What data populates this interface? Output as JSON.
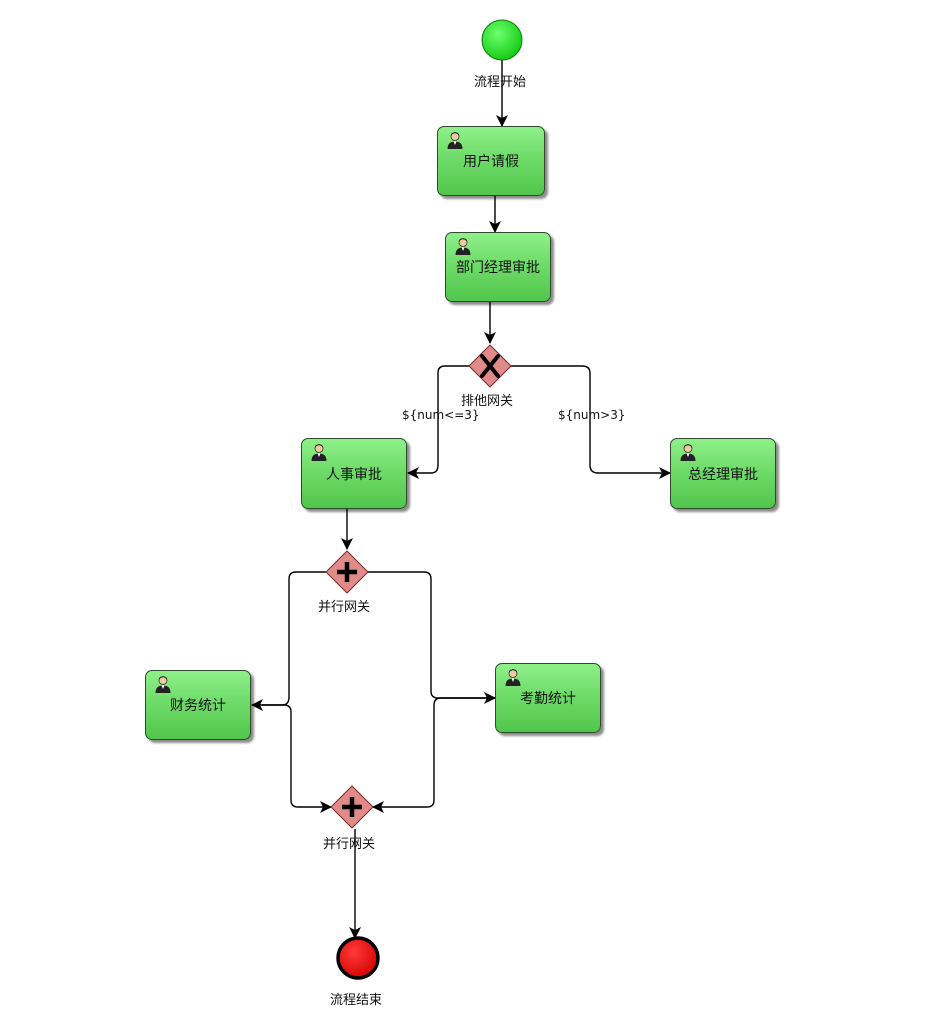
{
  "nodes": {
    "start": {
      "label": "流程开始",
      "color": "#1fe01f"
    },
    "task_apply": {
      "label": "用户请假",
      "icon": "user-icon"
    },
    "task_dept_mgr": {
      "label": "部门经理审批",
      "icon": "user-icon"
    },
    "gw_exclusive": {
      "label": "排他网关",
      "kind": "exclusive",
      "color": "#e08888"
    },
    "task_hr": {
      "label": "人事审批",
      "icon": "user-icon"
    },
    "task_gm": {
      "label": "总经理审批",
      "icon": "user-icon"
    },
    "gw_parallel_split": {
      "label": "并行网关",
      "kind": "parallel",
      "color": "#e08888"
    },
    "task_finance": {
      "label": "财务统计",
      "icon": "user-icon"
    },
    "task_attendance": {
      "label": "考勤统计",
      "icon": "user-icon"
    },
    "gw_parallel_join": {
      "label": "并行网关",
      "kind": "parallel",
      "color": "#e08888"
    },
    "end": {
      "label": "流程结束",
      "color": "#ee0000"
    }
  },
  "conditions": {
    "hr": "${num<=3}",
    "gm": "${num>3}"
  },
  "edges": [
    {
      "from": "start",
      "to": "task_apply"
    },
    {
      "from": "task_apply",
      "to": "task_dept_mgr"
    },
    {
      "from": "task_dept_mgr",
      "to": "gw_exclusive"
    },
    {
      "from": "gw_exclusive",
      "to": "task_hr",
      "condition": "${num<=3}"
    },
    {
      "from": "gw_exclusive",
      "to": "task_gm",
      "condition": "${num>3}"
    },
    {
      "from": "task_hr",
      "to": "gw_parallel_split"
    },
    {
      "from": "gw_parallel_split",
      "to": "task_finance"
    },
    {
      "from": "gw_parallel_split",
      "to": "task_attendance"
    },
    {
      "from": "task_finance",
      "to": "gw_parallel_join"
    },
    {
      "from": "task_attendance",
      "to": "gw_parallel_join"
    },
    {
      "from": "gw_parallel_join",
      "to": "end"
    }
  ]
}
